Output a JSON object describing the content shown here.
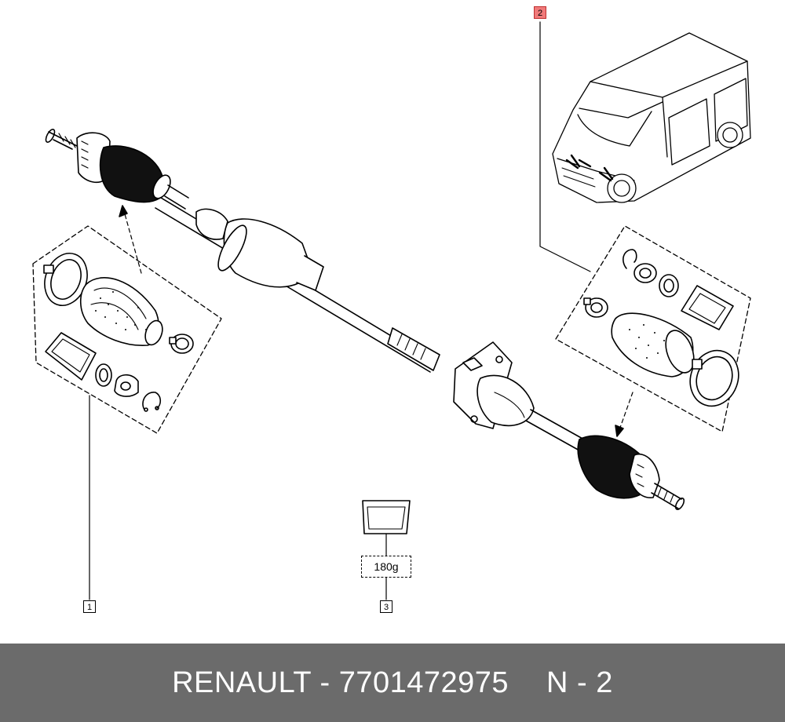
{
  "callouts": {
    "c1": "1",
    "c2": "2",
    "c3": "3"
  },
  "grease_label": "180g",
  "footer": {
    "brand_part": "RENAULT - 7701472975",
    "ref": "N - 2"
  },
  "colors": {
    "highlight": "#f07a7a",
    "footer_bg": "#6b6b6b",
    "line": "#000000"
  },
  "icons": [
    "van-icon",
    "grease-sachet-icon",
    "boot-icon",
    "clamp-icon",
    "circlip-icon"
  ]
}
